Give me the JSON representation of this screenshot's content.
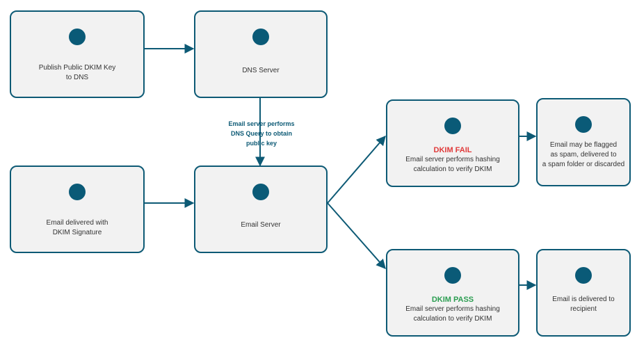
{
  "nodes": {
    "publish": {
      "label": "Publish Public DKIM Key\nto DNS"
    },
    "dns": {
      "label": "DNS Server"
    },
    "email_delivered": {
      "label": "Email delivered with\nDKIM Signature"
    },
    "email_server": {
      "label": "Email Server"
    },
    "dkim_fail": {
      "status": "DKIM FAIL",
      "label": "Email server performs hashing\ncalculation to verify DKIM"
    },
    "spam": {
      "label": "Email may be flagged\nas spam, delivered to\na spam folder or discarded"
    },
    "dkim_pass": {
      "status": "DKIM PASS",
      "label": "Email server performs hashing\ncalculation to verify DKIM"
    },
    "recipient": {
      "label": "Email is delivered to\nrecipient"
    }
  },
  "edges": {
    "dns_query_label": "Email server performs\nDNS Query to obtain\npublic key"
  },
  "colors": {
    "border": "#0d5a75",
    "dot": "#0a5a77",
    "fail": "#e03a3a",
    "pass": "#2a9d50"
  }
}
